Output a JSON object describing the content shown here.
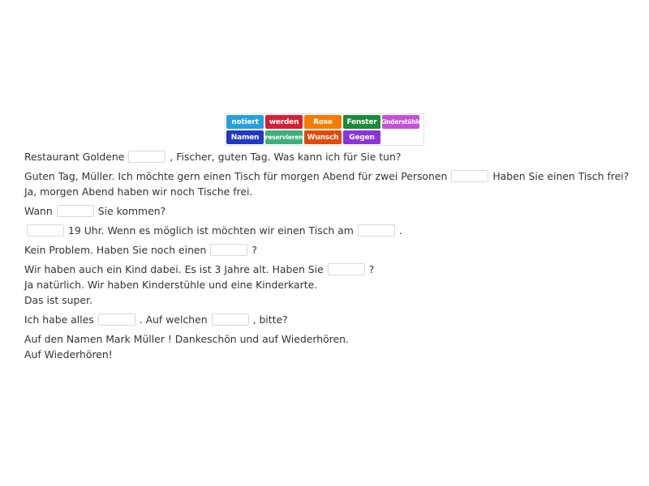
{
  "word_bank": [
    {
      "label": "notiert",
      "color": "#2a9fe0"
    },
    {
      "label": "werden",
      "color": "#d42036"
    },
    {
      "label": "Rose",
      "color": "#f57c00"
    },
    {
      "label": "Fenster",
      "color": "#1e8a3c"
    },
    {
      "label": "Kinderstühle",
      "color": "#c552d6"
    },
    {
      "label": "Namen",
      "color": "#2438c4"
    },
    {
      "label": "reservieren",
      "color": "#3dae7c"
    },
    {
      "label": "Wunsch",
      "color": "#e24a0a"
    },
    {
      "label": "Gegen",
      "color": "#8a35d8"
    }
  ],
  "lines": [
    [
      {
        "t": "Restaurant Goldene"
      },
      {
        "blank": true
      },
      {
        "t": ", Fischer, guten Tag. Was kann ich für Sie tun?"
      }
    ],
    [
      {
        "t": "Guten Tag, Müller. Ich möchte gern einen Tisch für morgen Abend für zwei Personen"
      },
      {
        "blank": true
      },
      {
        "t": "Haben Sie einen Tisch frei?"
      }
    ],
    [
      {
        "t": "Ja, morgen Abend haben wir noch Tische frei."
      }
    ],
    [
      {
        "t": "Wann"
      },
      {
        "blank": true
      },
      {
        "t": "Sie kommen?"
      }
    ],
    [
      {
        "blank": true
      },
      {
        "t": "19 Uhr. Wenn es möglich ist möchten wir einen Tisch am"
      },
      {
        "blank": true
      },
      {
        "t": "."
      }
    ],
    [
      {
        "t": "Kein Problem. Haben Sie noch einen"
      },
      {
        "blank": true
      },
      {
        "t": "?"
      }
    ],
    [
      {
        "t": "Wir haben auch ein Kind dabei. Es ist 3 Jahre alt. Haben Sie"
      },
      {
        "blank": true
      },
      {
        "t": "?"
      }
    ],
    [
      {
        "t": "Ja natürlich. Wir haben Kinderstühle und eine Kinderkarte."
      }
    ],
    [
      {
        "t": "Das ist super."
      }
    ],
    [
      {
        "t": "Ich habe alles"
      },
      {
        "blank": true
      },
      {
        "t": ". Auf welchen"
      },
      {
        "blank": true
      },
      {
        "t": ", bitte?"
      }
    ],
    [
      {
        "t": "Auf den Namen Mark Müller ! Dankeschön und auf Wiederhören."
      }
    ],
    [
      {
        "t": "Auf Wiederhören!"
      }
    ]
  ]
}
